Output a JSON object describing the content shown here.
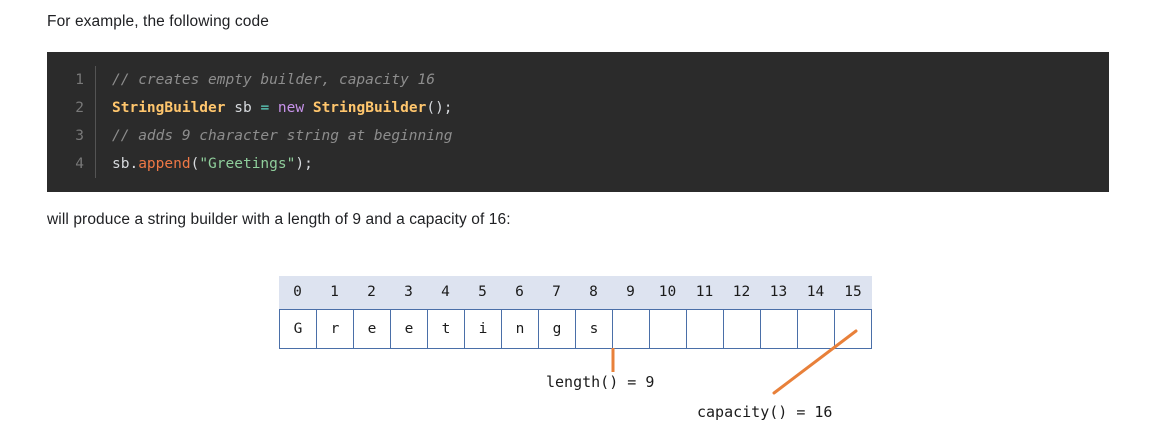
{
  "intro_text": "For example, the following code",
  "result_text": "will produce a string builder with a length of 9 and a capacity of 16:",
  "code_block": {
    "language": "java",
    "background_color": "#2b2b2b",
    "lines": [
      {
        "number": "1",
        "text": "// creates empty builder, capacity 16"
      },
      {
        "number": "2",
        "text": "StringBuilder sb = new StringBuilder();"
      },
      {
        "number": "3",
        "text": "// adds 9 character string at beginning"
      },
      {
        "number": "4",
        "text": "sb.append(\"Greetings\");"
      }
    ],
    "line_numbers": [
      "1",
      "2",
      "3",
      "4"
    ],
    "tokens": {
      "line1_comment": "// creates empty builder, capacity 16",
      "line2_type": "StringBuilder",
      "line2_var": "sb",
      "line2_operator": "=",
      "line2_keyword": "new",
      "line2_ctor": "StringBuilder",
      "line2_punct": "();",
      "line3_comment": "// adds 9 character string at beginning",
      "line4_var": "sb",
      "line4_dot": ".",
      "line4_method": "append",
      "line4_open": "(",
      "line4_string": "\"Greetings\"",
      "line4_close": ");"
    },
    "colors": {
      "comment": "#8d8d8d",
      "type": "#ffc66d",
      "keyword": "#c792ea",
      "operator": "#5fd7c5",
      "method": "#f07845",
      "string": "#8fce9b",
      "plain": "#d6d9dd",
      "line_number": "#787878"
    }
  },
  "array_diagram": {
    "indices": [
      "0",
      "1",
      "2",
      "3",
      "4",
      "5",
      "6",
      "7",
      "8",
      "9",
      "10",
      "11",
      "12",
      "13",
      "14",
      "15"
    ],
    "characters": [
      "G",
      "r",
      "e",
      "e",
      "t",
      "i",
      "n",
      "g",
      "s",
      "",
      "",
      "",
      "",
      "",
      "",
      ""
    ],
    "header_background": "#dde3f0",
    "border_color": "#4a6fa8",
    "cell_count": 16
  },
  "annotations": {
    "length_label": "length() = 9",
    "capacity_label": "capacity() = 16",
    "pointer_color": "#e8803a"
  }
}
